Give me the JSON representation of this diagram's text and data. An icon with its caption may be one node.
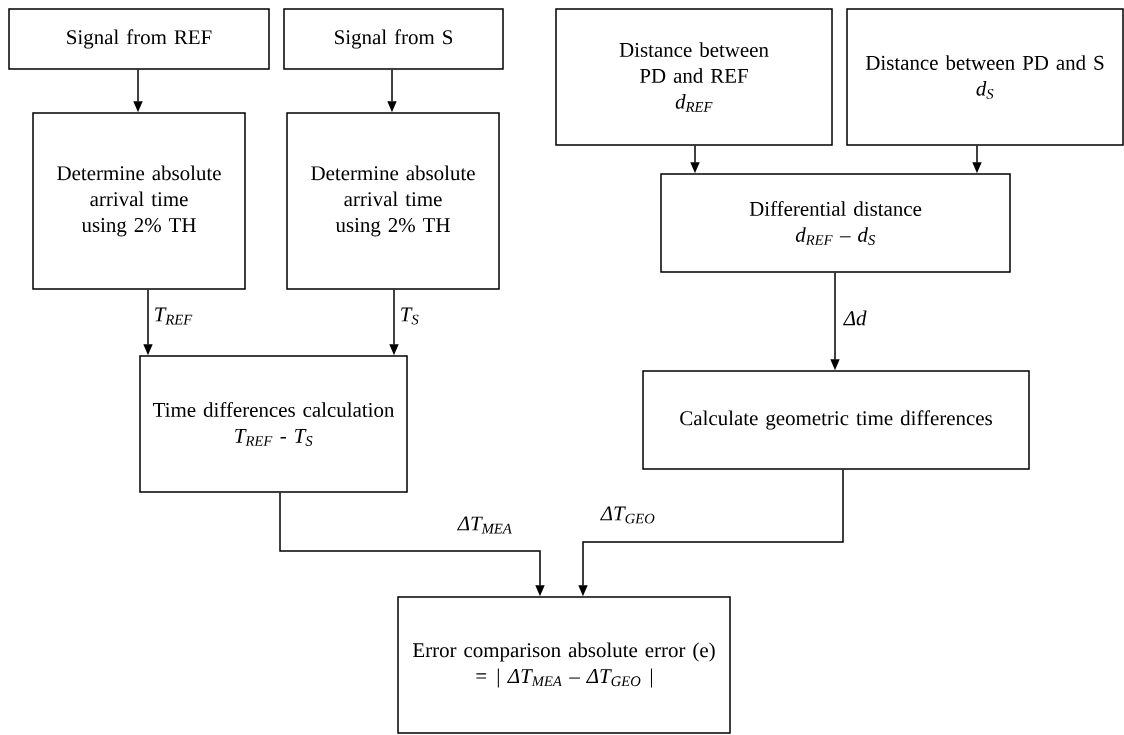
{
  "diagram": {
    "nodes": [
      {
        "text": [
          "Signal from REF"
        ]
      },
      {
        "text": [
          "Signal from S"
        ]
      },
      {
        "text": [
          "Distance between PD and REF",
          "d$_{REF}$"
        ]
      },
      {
        "text": [
          "Distance between PD and S",
          "d$_{S}$"
        ]
      },
      {
        "text": [
          "Determine absolute arrival time using 2% TH"
        ]
      },
      {
        "text": [
          "Determine absolute arrival time using 2% TH"
        ]
      },
      {
        "text": [
          "Differential distance",
          "d$_{REF}$ – d$_{S}$"
        ]
      },
      {
        "text": [
          "Time differences calculation",
          "T$_{REF}$ - T$_{S}$"
        ]
      },
      {
        "text": [
          "Calculate geometric time differences"
        ]
      },
      {
        "text": [
          "Error comparison absolute error (e)",
          "= | ΔT$_{MEA}$ – ΔT$_{GEO}$ |"
        ]
      }
    ],
    "edges": [
      {
        "from": 0,
        "to": 4,
        "arrow": "to"
      },
      {
        "from": 1,
        "to": 5,
        "arrow": "to"
      },
      {
        "from": 2,
        "to": 6,
        "arrow": "to"
      },
      {
        "from": 3,
        "to": 6,
        "arrow": "to"
      },
      {
        "from": 4,
        "to": 7,
        "label": "T$_{REF}$",
        "arrow": "to"
      },
      {
        "from": 5,
        "to": 7,
        "label": "T$_{S}$",
        "arrow": "to"
      },
      {
        "from": 6,
        "to": 8,
        "label": "Δd",
        "arrow": "to"
      },
      {
        "from": 7,
        "to": 9,
        "label": "ΔT$_{MEA}$",
        "arrow": "to"
      },
      {
        "from": 8,
        "to": 9,
        "label": "ΔT$_{GEO}$",
        "arrow": "to"
      }
    ]
  }
}
